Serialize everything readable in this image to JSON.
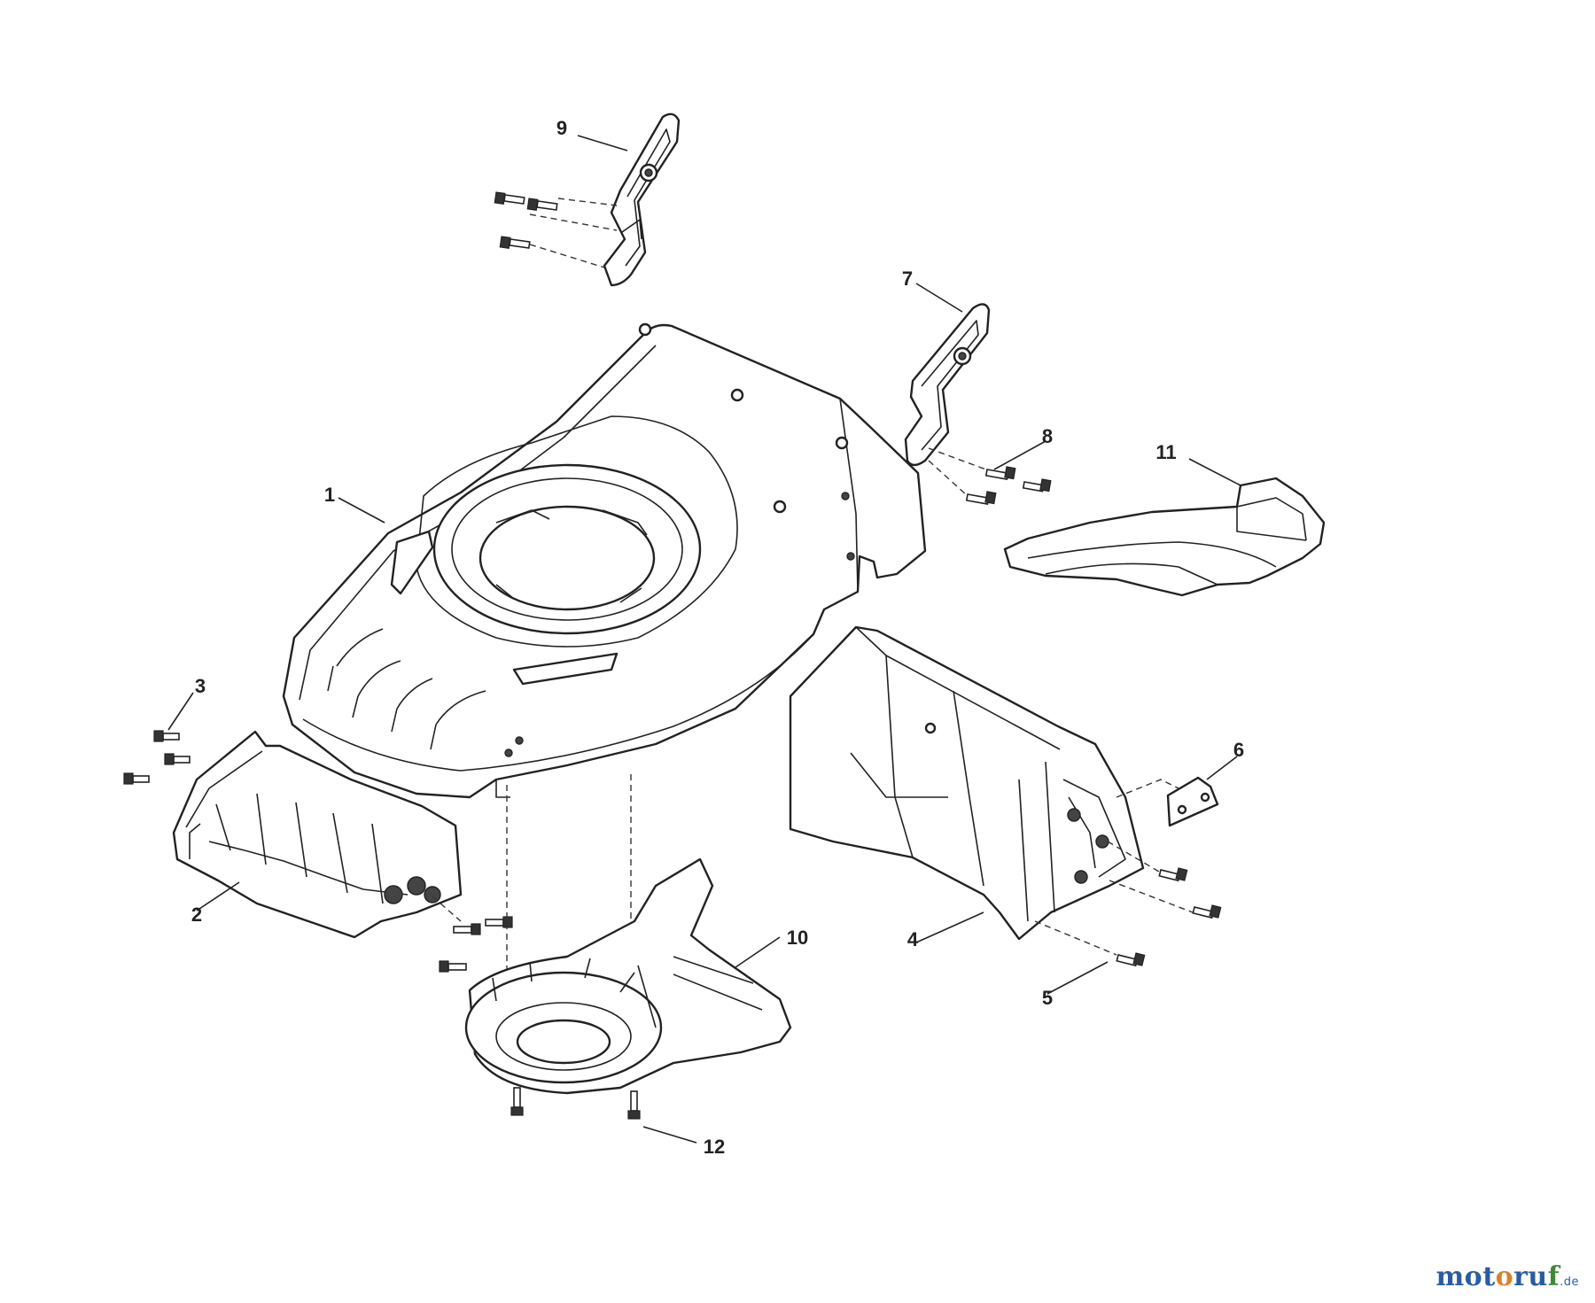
{
  "callouts": {
    "c1": "1",
    "c2": "2",
    "c3": "3",
    "c4": "4",
    "c5": "5",
    "c6": "6",
    "c7": "7",
    "c8": "8",
    "c9": "9",
    "c10": "10",
    "c11": "11",
    "c12": "12"
  },
  "watermark": {
    "part1": "mot",
    "part2": "o",
    "part3": "ru",
    "part4": "f",
    "tld": ".de"
  },
  "colors": {
    "line": "#222222",
    "background": "#ffffff",
    "brand_blue": "#2a5d9f",
    "brand_orange": "#d9822b",
    "brand_green": "#3f8a3a"
  }
}
